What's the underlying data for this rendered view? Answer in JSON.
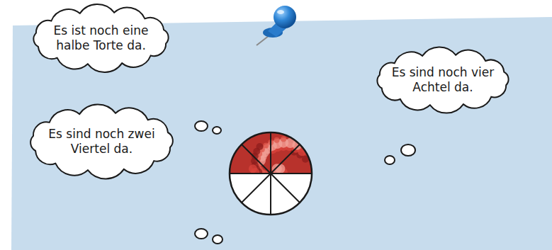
{
  "diagram": {
    "nodes": [
      {
        "text": [
          "Es ist noch eine halbe Torte da."
        ]
      },
      {
        "text": [
          "Es sind noch vier Achtel da."
        ]
      },
      {
        "text": [
          "Es sind noch zwei Viertel da."
        ]
      }
    ]
  }
}
